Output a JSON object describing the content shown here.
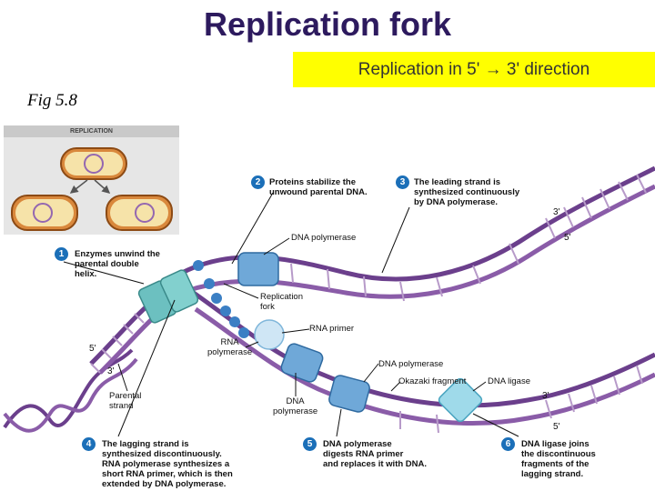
{
  "title": "Replication fork",
  "subtitle": "Replication in 5' → 3' direction",
  "figure_label": "Fig 5.8",
  "inset": {
    "title": "REPLICATION"
  },
  "steps": [
    {
      "number": "1",
      "text": "Enzymes unwind the\nparental double\nhelix."
    },
    {
      "number": "2",
      "text": "Proteins stabilize the\nunwound parental DNA."
    },
    {
      "number": "3",
      "text": "The leading strand is\nsynthesized continuously\nby DNA polymerase."
    },
    {
      "number": "4",
      "text": "The lagging strand is\nsynthesized discontinuously.\nRNA polymerase synthesizes a\nshort RNA primer, which is then\nextended by DNA polymerase."
    },
    {
      "number": "5",
      "text": "DNA polymerase\ndigests RNA primer\nand replaces it with DNA."
    },
    {
      "number": "6",
      "text": "DNA ligase joins\nthe discontinuous\nfragments of the\nlagging strand."
    }
  ],
  "labels": {
    "dna_polymerase_top": "DNA polymerase",
    "replication_fork": "Replication\nfork",
    "rna_primer": "RNA primer",
    "rna_polymerase": "RNA\npolymerase",
    "dna_polymerase_mid": "DNA polymerase",
    "okazaki_fragment": "Okazaki fragment",
    "dna_ligase": "DNA ligase",
    "dna_polymerase_low": "DNA\npolymerase",
    "parental_strand": "Parental\nstrand"
  },
  "ends": {
    "top_3": "3'",
    "top_5": "5'",
    "left_5": "5'",
    "left_3": "3'",
    "bottom_3": "3'",
    "bottom_5": "5'"
  },
  "colors": {
    "title": "#2d1a5e",
    "highlight": "#ffff00",
    "parental_strand": "#6b3f8c",
    "new_strand": "#8a5ca8",
    "helicase": "#6cc0c0",
    "dna_polymerase": "#6fa8d8",
    "ligase": "#9fdaea",
    "step_badge": "#1b6fb8"
  }
}
